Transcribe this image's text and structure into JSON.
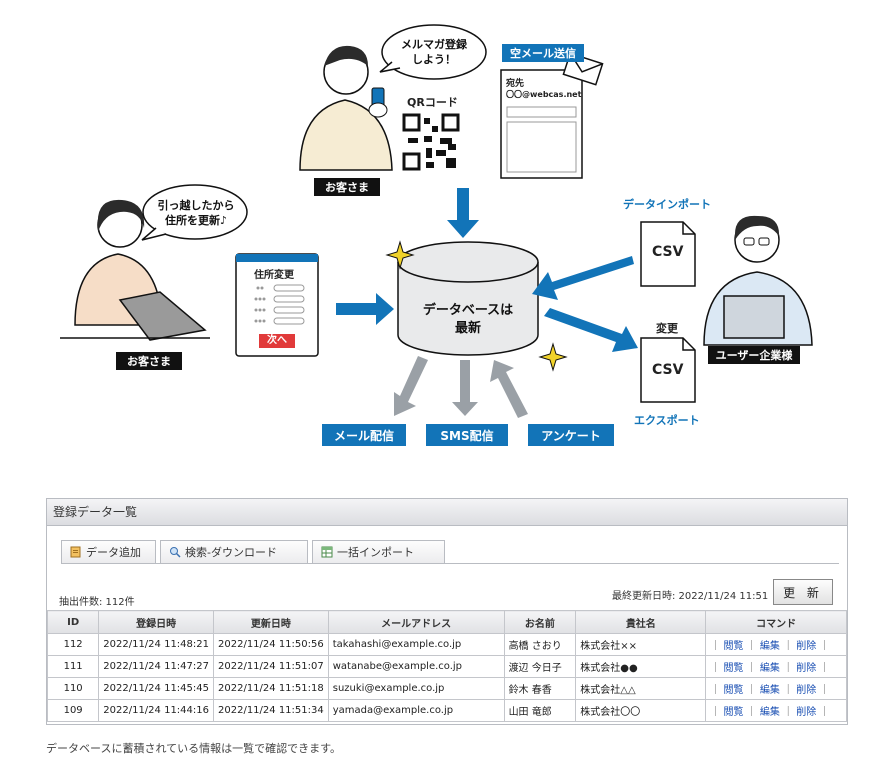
{
  "illustration": {
    "bubble_top": "メルマガ登録\nしよう！",
    "qr_label": "QRコード",
    "customer_top": "お客さま",
    "empty_mail_tag": "空メール送信",
    "mail_to_label": "宛先",
    "mail_to_value": "〇〇@webcas.net",
    "bubble_left": "引っ越したから\n住所を更新♪",
    "form_title": "住所変更",
    "form_next": "次へ",
    "customer_left": "お客さま",
    "database_label": "データベースは\n最新",
    "data_import": "データインポート",
    "csv_top": "CSV",
    "change_label": "変更",
    "csv_bottom": "CSV",
    "export_label": "エクスポート",
    "company_user": "ユーザー企業様",
    "outputs": [
      "メール配信",
      "SMS配信",
      "アンケート"
    ]
  },
  "panel": {
    "title": "登録データ一覧",
    "tabs": [
      "データ追加",
      "検索-ダウンロード",
      "一括インポート"
    ],
    "count": "抽出件数: 112件",
    "last_updated": "最終更新日時: 2022/11/24 11:51",
    "refresh": "更 新",
    "columns": [
      "ID",
      "登録日時",
      "更新日時",
      "メールアドレス",
      "お名前",
      "貴社名",
      "コマンド"
    ],
    "rows": [
      [
        "112",
        "2022/11/24 11:48:21",
        "2022/11/24 11:50:56",
        "takahashi@example.co.jp",
        "高橋 さおり",
        "株式会社××"
      ],
      [
        "111",
        "2022/11/24 11:47:27",
        "2022/11/24 11:51:07",
        "watanabe@example.co.jp",
        "渡辺 今日子",
        "株式会社●●"
      ],
      [
        "110",
        "2022/11/24 11:45:45",
        "2022/11/24 11:51:18",
        "suzuki@example.co.jp",
        "鈴木 春香",
        "株式会社△△"
      ],
      [
        "109",
        "2022/11/24 11:44:16",
        "2022/11/24 11:51:34",
        "yamada@example.co.jp",
        "山田 竜郎",
        "株式会社〇〇"
      ]
    ],
    "commands": [
      "閲覧",
      "編集",
      "削除"
    ]
  },
  "caption": "データベースに蓄積されている情報は一覧で確認できます。",
  "colors": {
    "accent": "#1274b8",
    "db_fill": "#e9eaeb",
    "arrow_gray": "#9aa0a6"
  }
}
